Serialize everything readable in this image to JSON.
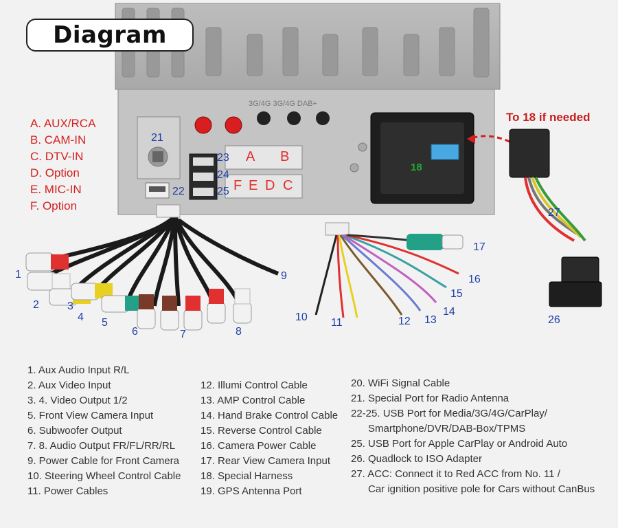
{
  "title": "Diagram",
  "port_labels": [
    "A. AUX/RCA",
    "B. CAM-IN",
    "C. DTV-IN",
    "D. Option",
    "E. MIC-IN",
    "F. Option"
  ],
  "callout": "To 18 if needed",
  "unit_numbers": {
    "n21": "21",
    "n22": "22",
    "n23": "23",
    "n24": "24",
    "n25": "25",
    "n18": "18"
  },
  "unit_letters": {
    "a": "A",
    "b": "B",
    "f": "F",
    "e": "E",
    "d": "D",
    "c": "C"
  },
  "port_top_text": "3G/4G 3G/4G DAB+",
  "cable_numbers": {
    "n1": "1",
    "n2": "2",
    "n3": "3",
    "n4": "4",
    "n5": "5",
    "n6": "6",
    "n7": "7",
    "n8": "8",
    "n9": "9",
    "n10": "10",
    "n11": "11",
    "n12": "12",
    "n13": "13",
    "n14": "14",
    "n15": "15",
    "n16": "16",
    "n17": "17",
    "n26": "26",
    "n27": "27"
  },
  "legend_col1": [
    "1. Aux Audio Input R/L",
    "2. Aux Video Input",
    "3. 4. Video Output 1/2",
    "5. Front View Camera Input",
    "6. Subwoofer Output",
    "7. 8. Audio Output FR/FL/RR/RL",
    "9. Power Cable for Front Camera",
    "10. Steering Wheel Control Cable",
    "11. Power Cables"
  ],
  "legend_col2": [
    "12. Illumi Control Cable",
    "13. AMP Control Cable",
    "14. Hand Brake Control Cable",
    "15. Reverse Control Cable",
    "16. Camera Power Cable",
    "17. Rear View Camera Input",
    "18. Special Harness",
    "19. GPS Antenna Port"
  ],
  "legend_col3": [
    "20. WiFi Signal Cable",
    "21. Special Port for Radio Antenna",
    "22-25. USB Port for Media/3G/4G/CarPlay/",
    "Smartphone/DVR/DAB-Box/TPMS",
    "25. USB Port  for Apple CarPlay or  Android Auto",
    "26. Quadlock to ISO Adapter",
    "27.  ACC: Connect it to Red ACC from No. 11 /",
    "Car ignition positive pole for Cars without CanBus"
  ]
}
